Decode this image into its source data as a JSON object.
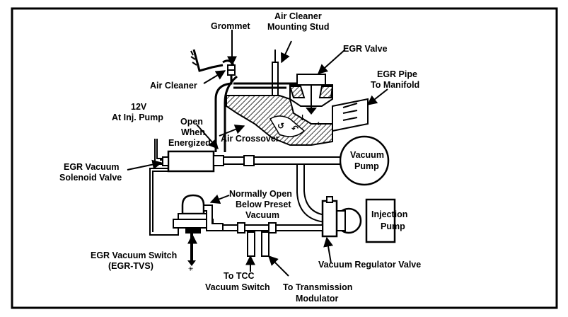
{
  "colors": {
    "ink": "#000000",
    "paper": "#ffffff"
  },
  "labels": {
    "grommet": "Grommet",
    "air_cleaner_mounting_stud_1": "Air Cleaner",
    "air_cleaner_mounting_stud_2": "Mounting Stud",
    "egr_valve": "EGR Valve",
    "egr_pipe_1": "EGR Pipe",
    "egr_pipe_2": "To Manifold",
    "air_cleaner": "Air Cleaner",
    "v12_1": "12V",
    "v12_2": "At Inj. Pump",
    "open_when_1": "Open",
    "open_when_2": "When",
    "open_when_3": "Energized",
    "air_crossover": "Air Crossover",
    "vacuum_pump_1": "Vacuum",
    "vacuum_pump_2": "Pump",
    "egr_solenoid_1": "EGR Vacuum",
    "egr_solenoid_2": "Solenoid Valve",
    "normally_open_1": "Normally Open",
    "normally_open_2": "Below Preset",
    "normally_open_3": "Vacuum",
    "injection_pump_1": "Injection",
    "injection_pump_2": "Pump",
    "egr_switch_1": "EGR Vacuum Switch",
    "egr_switch_2": "(EGR-TVS)",
    "vacuum_regulator": "Vacuum Regulator Valve",
    "tcc_1": "To TCC",
    "tcc_2": "Vacuum Switch",
    "trans_1": "To Transmission",
    "trans_2": "Modulator"
  }
}
